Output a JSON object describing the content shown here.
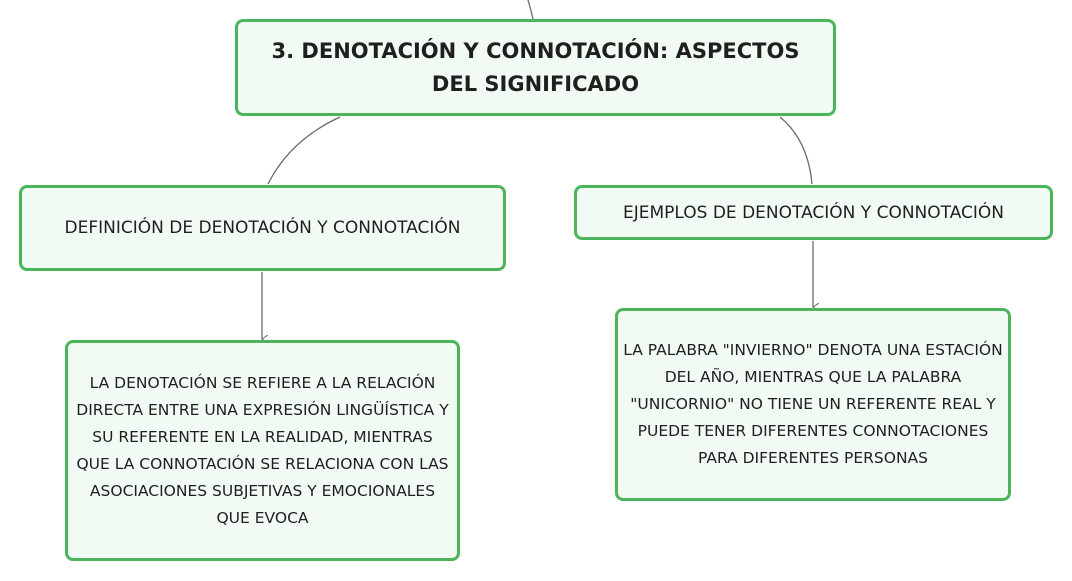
{
  "mindmap": {
    "root": {
      "label": "3. DENOTACIÓN Y CONNOTACIÓN: ASPECTOS DEL SIGNIFICADO"
    },
    "branches": [
      {
        "label": "DEFINICIÓN DE DENOTACIÓN Y CONNOTACIÓN",
        "detail": "LA DENOTACIÓN SE REFIERE A LA RELACIÓN DIRECTA ENTRE UNA EXPRESIÓN LINGÜÍSTICA Y SU REFERENTE EN LA REALIDAD, MIENTRAS QUE LA CONNOTACIÓN SE RELACIONA CON LAS ASOCIACIONES SUBJETIVAS Y EMOCIONALES QUE EVOCA"
      },
      {
        "label": "EJEMPLOS DE DENOTACIÓN Y CONNOTACIÓN",
        "detail": "LA PALABRA \"INVIERNO\" DENOTA UNA ESTACIÓN DEL AÑO, MIENTRAS QUE LA PALABRA \"UNICORNIO\" NO TIENE UN REFERENTE REAL Y PUEDE TENER DIFERENTES CONNOTACIONES PARA DIFERENTES PERSONAS"
      }
    ]
  },
  "colors": {
    "node_border": "#4cb55c",
    "node_fill": "#f2fbf3",
    "connector": "#6b6b6b",
    "text": "#1f1f1f"
  }
}
